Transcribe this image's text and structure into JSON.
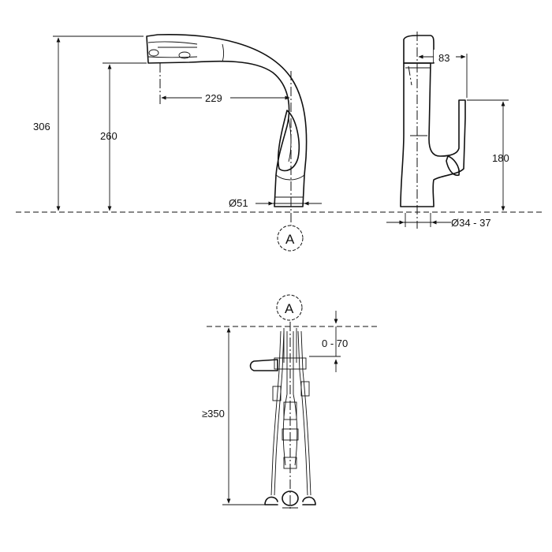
{
  "diagram": {
    "front_view": {
      "total_height": "306",
      "outlet_height": "260",
      "reach": "229",
      "base_diameter": "Ø51",
      "section_label": "A"
    },
    "side_view": {
      "handle_offset": "83",
      "handle_height": "180",
      "hole_diameter": "Ø34 - 37"
    },
    "installation_view": {
      "section_label": "A",
      "deck_thickness": "0 - 70",
      "hose_length": "≥350"
    }
  }
}
